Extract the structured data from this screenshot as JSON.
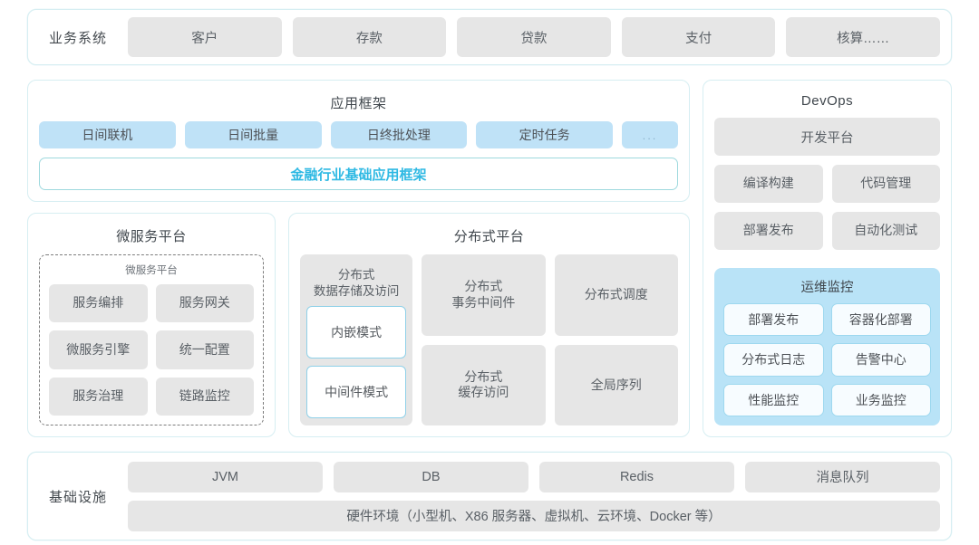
{
  "business_systems": {
    "label": "业务系统",
    "items": [
      "客户",
      "存款",
      "贷款",
      "支付",
      "核算……"
    ]
  },
  "app_framework": {
    "title": "应用框架",
    "chips": [
      "日间联机",
      "日间批量",
      "日终批处理",
      "定时任务",
      "..."
    ],
    "base_bar": "金融行业基础应用框架",
    "base_bar_color": "#2fb9e3"
  },
  "microservice_platform": {
    "title": "微服务平台",
    "inner_title": "微服务平台",
    "items": [
      "服务编排",
      "服务网关",
      "微服务引擎",
      "统一配置",
      "服务治理",
      "链路监控"
    ]
  },
  "distributed_platform": {
    "title": "分布式平台",
    "storage": {
      "title_line1": "分布式",
      "title_line2": "数据存储及访问",
      "modes": [
        "内嵌模式",
        "中间件模式"
      ]
    },
    "cells": [
      {
        "line1": "分布式",
        "line2": "事务中间件"
      },
      {
        "line1": "分布式调度",
        "line2": ""
      },
      {
        "line1": "分布式",
        "line2": "缓存访问"
      },
      {
        "line1": "全局序列",
        "line2": ""
      }
    ]
  },
  "devops": {
    "title": "DevOps",
    "wide_item": "开发平台",
    "row1": [
      "编译构建",
      "代码管理"
    ],
    "row2": [
      "部署发布",
      "自动化测试"
    ],
    "ops": {
      "title": "运维监控",
      "items": [
        "部署发布",
        "容器化部署",
        "分布式日志",
        "告警中心",
        "性能监控",
        "业务监控"
      ],
      "panel_color": "#b9e3f7"
    }
  },
  "infrastructure": {
    "label": "基础设施",
    "items": [
      "JVM",
      "DB",
      "Redis",
      "消息队列"
    ],
    "hardware": "硬件环境（小型机、X86 服务器、虚拟机、云环境、Docker 等）"
  }
}
